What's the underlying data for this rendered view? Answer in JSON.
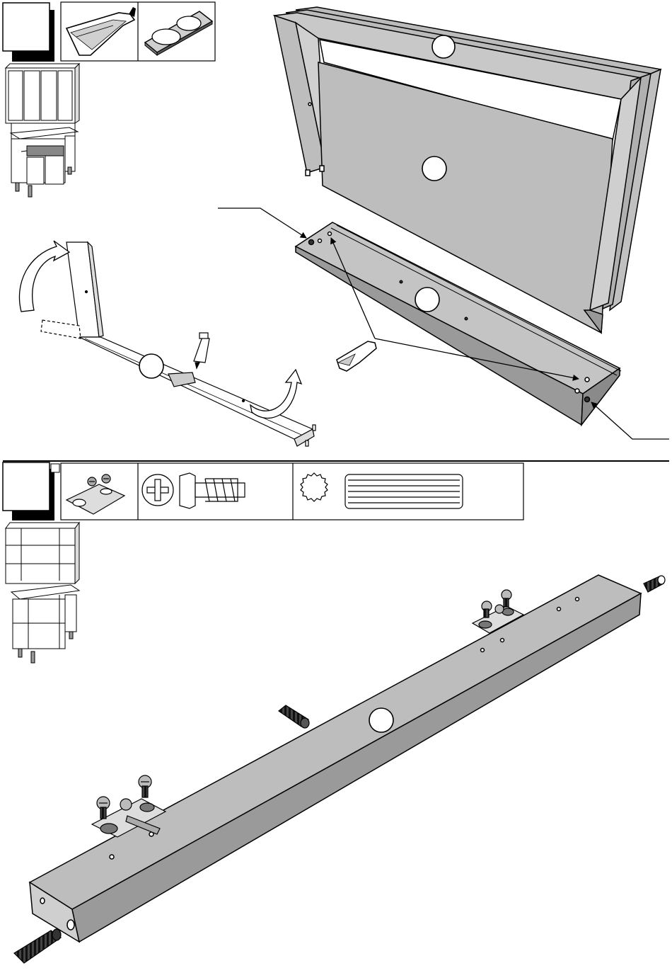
{
  "page": {
    "background": "#ffffff",
    "panel_gray": "#bdbdbd",
    "panel_gray_dark": "#9a9a9a",
    "outline": "#000000"
  },
  "steps": [
    {
      "step_number_box": "blank",
      "hardware": [
        "glue-bottle-icon",
        "dowel-hole-template-icon"
      ],
      "callouts": [
        "part-circle-blank",
        "part-circle-blank",
        "part-circle-blank",
        "part-circle-blank"
      ]
    },
    {
      "step_number_box": "blank",
      "hardware": [
        "hinge-plate-icon",
        "cam-screw-icon",
        "wooden-dowel-icon"
      ],
      "callouts": [
        "part-circle-blank"
      ]
    }
  ]
}
